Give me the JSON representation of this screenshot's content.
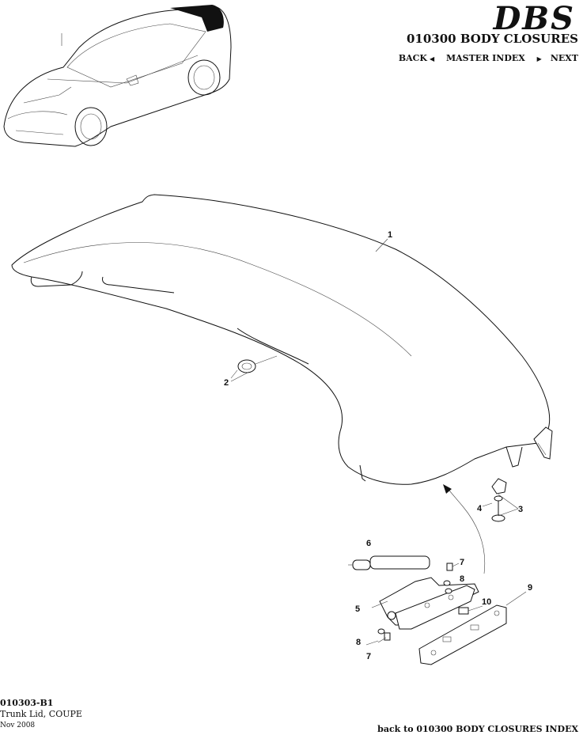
{
  "header": {
    "brand": "DBS",
    "section": "010300 BODY CLOSURES",
    "nav": {
      "back": "BACK",
      "master": "MASTER INDEX",
      "next": "NEXT"
    }
  },
  "footer": {
    "code": "010303-B1",
    "name": "Trunk Lid, COUPE",
    "date": "Nov 2008",
    "back_link": "back to 010300 BODY CLOSURES INDEX"
  },
  "callouts": [
    "1",
    "2",
    "3",
    "4",
    "5",
    "6",
    "7",
    "7",
    "8",
    "8",
    "9",
    "10"
  ]
}
